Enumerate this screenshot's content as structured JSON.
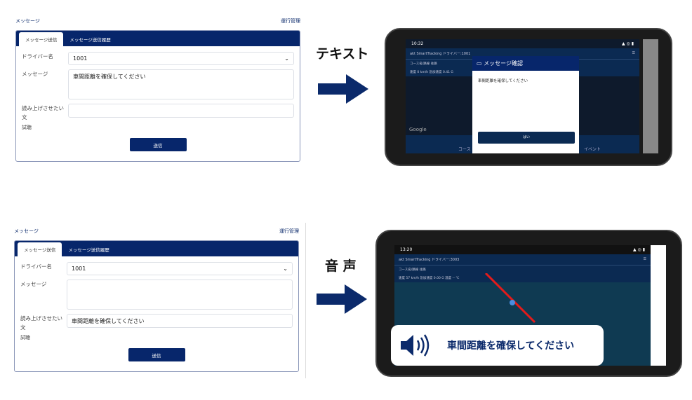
{
  "panels": [
    {
      "breadcrumb": "メッセージ",
      "ops_link": "運行管理",
      "tabs": [
        "メッセージ送信",
        "メッセージ送信履歴"
      ],
      "fields": {
        "driver_label": "ドライバー名",
        "driver_value": "1001",
        "message_label": "メッセージ",
        "message_value": "車間距離を確保してください",
        "speech_label": "読み上げさせたい文",
        "speech_value": "",
        "preview_label": "試聴"
      },
      "send_label": "送信"
    },
    {
      "breadcrumb": "メッセージ",
      "ops_link": "運行管理",
      "tabs": [
        "メッセージ送信",
        "メッセージ送信履歴"
      ],
      "fields": {
        "driver_label": "ドライバー名",
        "driver_value": "1001",
        "message_label": "メッセージ",
        "message_value": "",
        "speech_label": "読み上げさせたい文",
        "speech_value": "車間距離を確保してください",
        "preview_label": "試聴"
      },
      "send_label": "送信"
    }
  ],
  "labels": {
    "text": "テキスト",
    "voice": "音 声"
  },
  "phone_text": {
    "time": "10:32",
    "app_title": "akt SmartTracking ドライバー:1001",
    "course": "コース名/路線 往路",
    "info": "速度 0 km/h  急加速度 0.41 G",
    "dialog_title": "メッセージ確認",
    "dialog_message": "車間距離を確保してください",
    "ok_label": "はい",
    "nav": [
      "コース",
      "イベント"
    ],
    "google": "Google"
  },
  "phone_voice": {
    "time": "13:20",
    "app_title": "akt SmartTracking ドライバー:3003",
    "course": "コース名/路線 往路",
    "info": "速度 57 km/h  急加速度 0.00 G  温度 -- ℃",
    "spoken": "車間距離を確保してください"
  },
  "colors": {
    "navy": "#07266b",
    "route": "#e31b1b"
  }
}
